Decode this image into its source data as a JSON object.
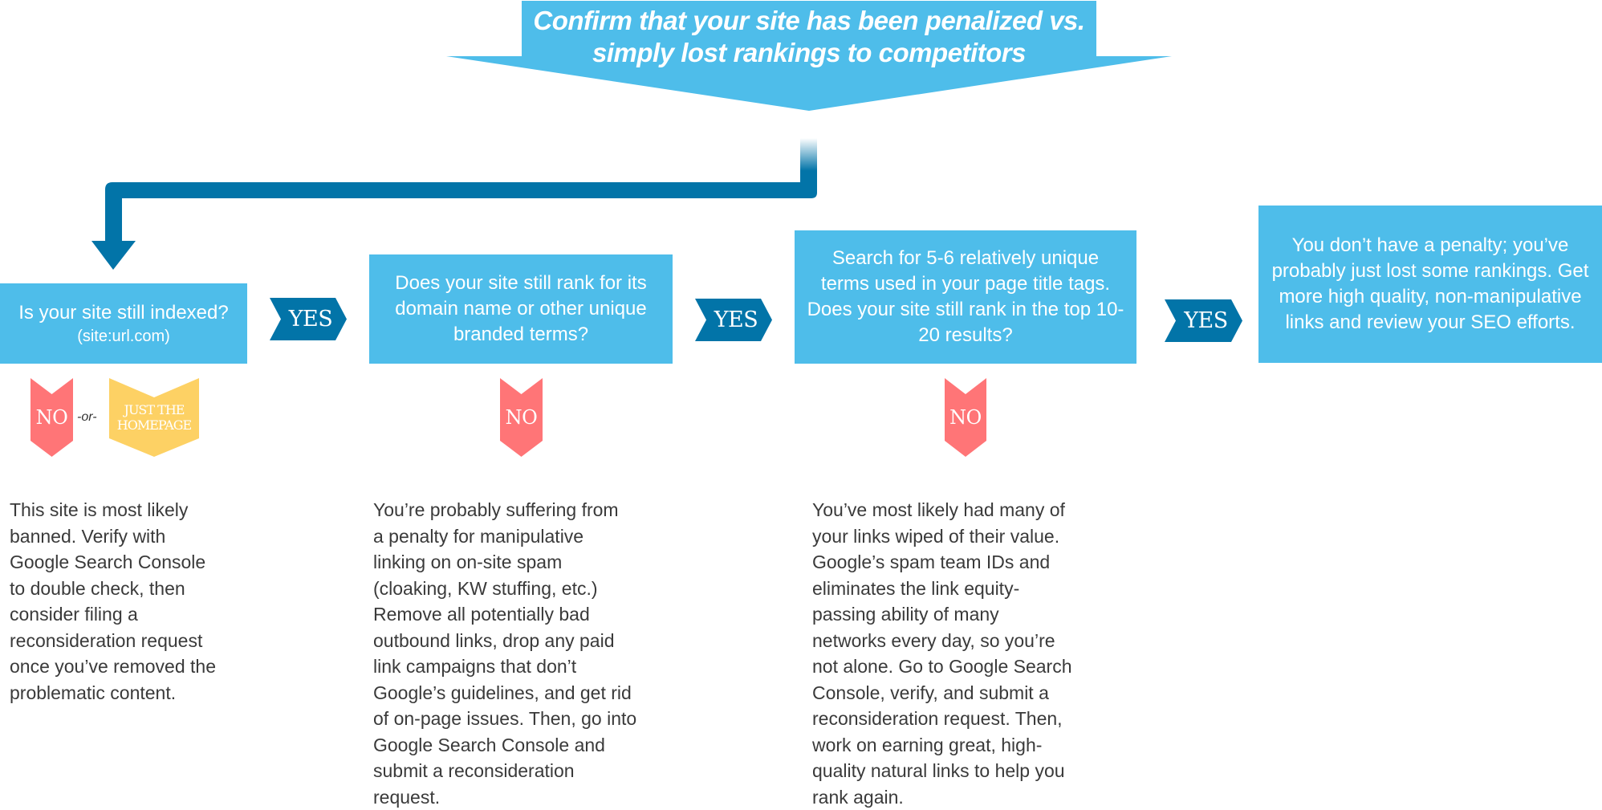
{
  "colors": {
    "light_blue": "#4EBDEA",
    "dark_blue": "#0274A8",
    "no_red": "#FF7577",
    "homepage_yellow": "#FDD164",
    "body_text": "#3a3a3a"
  },
  "banner": {
    "line1": "Confirm that your site has been penalized vs.",
    "line2": "simply lost rankings to competitors"
  },
  "steps": [
    {
      "question": "Is your site still indexed?",
      "subtext": "(site:url.com)",
      "yes_label": "YES",
      "no_label": "NO",
      "or_label": "-or-",
      "alt_label_line1": "JUST THE",
      "alt_label_line2": "HOMEPAGE",
      "outcome": "This site is most likely\nbanned. Verify with\nGoogle Search Console\nto double check, then\nconsider filing a\nreconsideration request\nonce you’ve removed the\nproblematic content."
    },
    {
      "question": "Does your site still rank for its domain name or other unique branded terms?",
      "yes_label": "YES",
      "no_label": "NO",
      "outcome": "You’re probably suffering from\na penalty for manipulative\nlinking on on-site spam\n(cloaking, KW stuffing, etc.)\nRemove all potentially bad\noutbound links, drop any paid\nlink campaigns that don’t\nGoogle’s guidelines, and get rid\nof on-page issues. Then, go into\nGoogle Search Console and\nsubmit a reconsideration\nrequest."
    },
    {
      "question": "Search for 5-6 relatively unique terms used in your page title tags. Does your site still rank in the top 10-20 results?",
      "yes_label": "YES",
      "no_label": "NO",
      "outcome": "You’ve most likely had many of\nyour links wiped of their value.\nGoogle’s spam team IDs and\neliminates the link equity-\npassing ability of many\nnetworks every day, so you’re\nnot alone. Go to Google Search\nConsole, verify, and submit a\nreconsideration request. Then,\nwork on earning great, high-\nquality natural links to help you\nrank again."
    },
    {
      "conclusion": "You don’t have a penalty; you’ve probably just lost some rankings. Get more high quality, non-manipulative links and review your SEO efforts."
    }
  ]
}
